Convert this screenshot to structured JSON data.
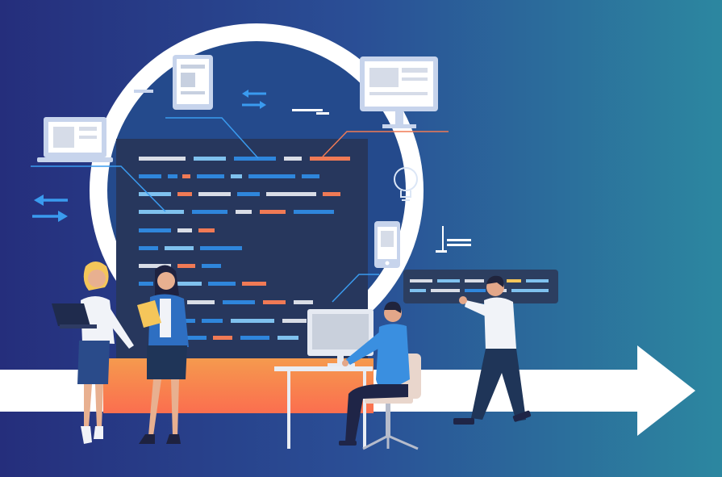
{
  "scene": {
    "subject": "software-development-illustration",
    "colors": {
      "bg_left": "#252e7c",
      "bg_mid": "#2a4f96",
      "bg_right": "#2c87a0",
      "board": "#27375d",
      "ring": "#ffffff",
      "arrow": "#ffffff",
      "accent_blue": "#2f86dc",
      "accent_light": "#7fc1ee",
      "accent_orange": "#f07a55",
      "platform_top": "#f59a4e",
      "platform_bottom": "#fb6e4f",
      "line_blue": "#3a9bef",
      "line_orange": "#f07a55"
    },
    "icons": [
      "tablet-icon",
      "desktop-monitor-icon",
      "laptop-icon",
      "smartphone-icon",
      "lightbulb-icon",
      "swap-arrows-icon"
    ],
    "people": [
      "woman-with-laptop",
      "woman-with-tablet",
      "man-at-desk",
      "man-presenting-board"
    ]
  }
}
